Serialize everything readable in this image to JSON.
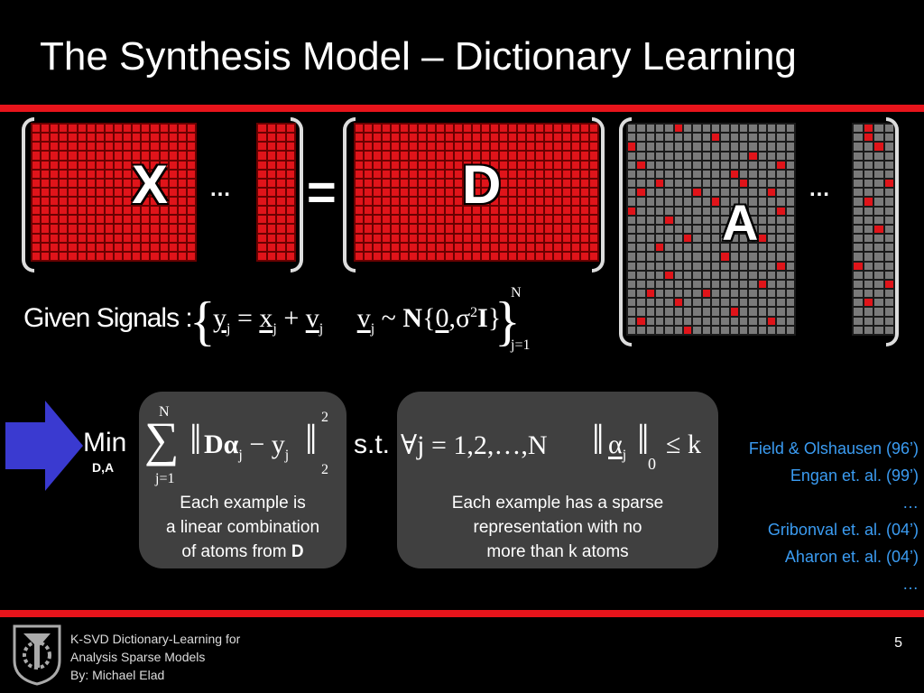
{
  "slide": {
    "title": "The Synthesis Model – Dictionary Learning",
    "colors": {
      "accent_red": "#e8141b",
      "reference_blue": "#3b9cf2",
      "box_gray": "#404040"
    }
  },
  "figure": {
    "matrix_x_label": "X",
    "matrix_d_label": "D",
    "matrix_a_label": "A",
    "ellipsis": "…",
    "equals": "="
  },
  "given": {
    "label": "Given Signals :",
    "y": "y",
    "x": "x",
    "v": "v",
    "sub": "j",
    "noise": "~",
    "N": "N",
    "zero": "0",
    "sigma": "σ",
    "two": "2",
    "I": "I",
    "upper": "N",
    "lower": "j=1"
  },
  "objective": {
    "min": "Min",
    "under": "D,A",
    "sum_upper": "N",
    "sum_lower": "j=1",
    "expr": "Dα",
    "sub_j": "j",
    "minus_y": "− y",
    "sup": "2",
    "subnorm": "2",
    "st": "s.t.",
    "forall": "∀j = 1,2,…,N",
    "alpha": "α",
    "zero": "0",
    "le_k": "≤ k"
  },
  "captions": {
    "left_line1": "Each example is",
    "left_line2": "a linear combination",
    "left_line3": "of atoms from",
    "left_bold": "D",
    "right_line1": "Each example has a sparse",
    "right_line2": "representation with no",
    "right_line3": "more than k atoms"
  },
  "references": [
    "Field & Olshausen (96’)",
    "Engan et. al. (99’)",
    "…",
    "Gribonval et. al. (04’)",
    "Aharon et. al. (04’)",
    "…"
  ],
  "footer": {
    "line1": "K-SVD Dictionary-Learning for",
    "line2": "Analysis Sparse Models",
    "line3": "By: Michael Elad",
    "page_number": "5",
    "logo_icon": "technion-logo-icon"
  }
}
